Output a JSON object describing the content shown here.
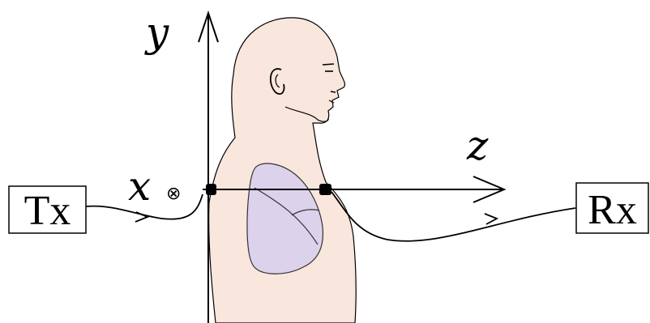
{
  "diagram": {
    "transmitter_label": "Tx",
    "receiver_label": "Rx",
    "axis_y_label": "y",
    "axis_z_label": "z",
    "axis_x_label": "x",
    "into_page_symbol": "⊗"
  },
  "colors": {
    "skin": "#f9e6dc",
    "lung": "#ddd2ec",
    "stroke": "#000000",
    "lung_stroke": "#333333"
  }
}
